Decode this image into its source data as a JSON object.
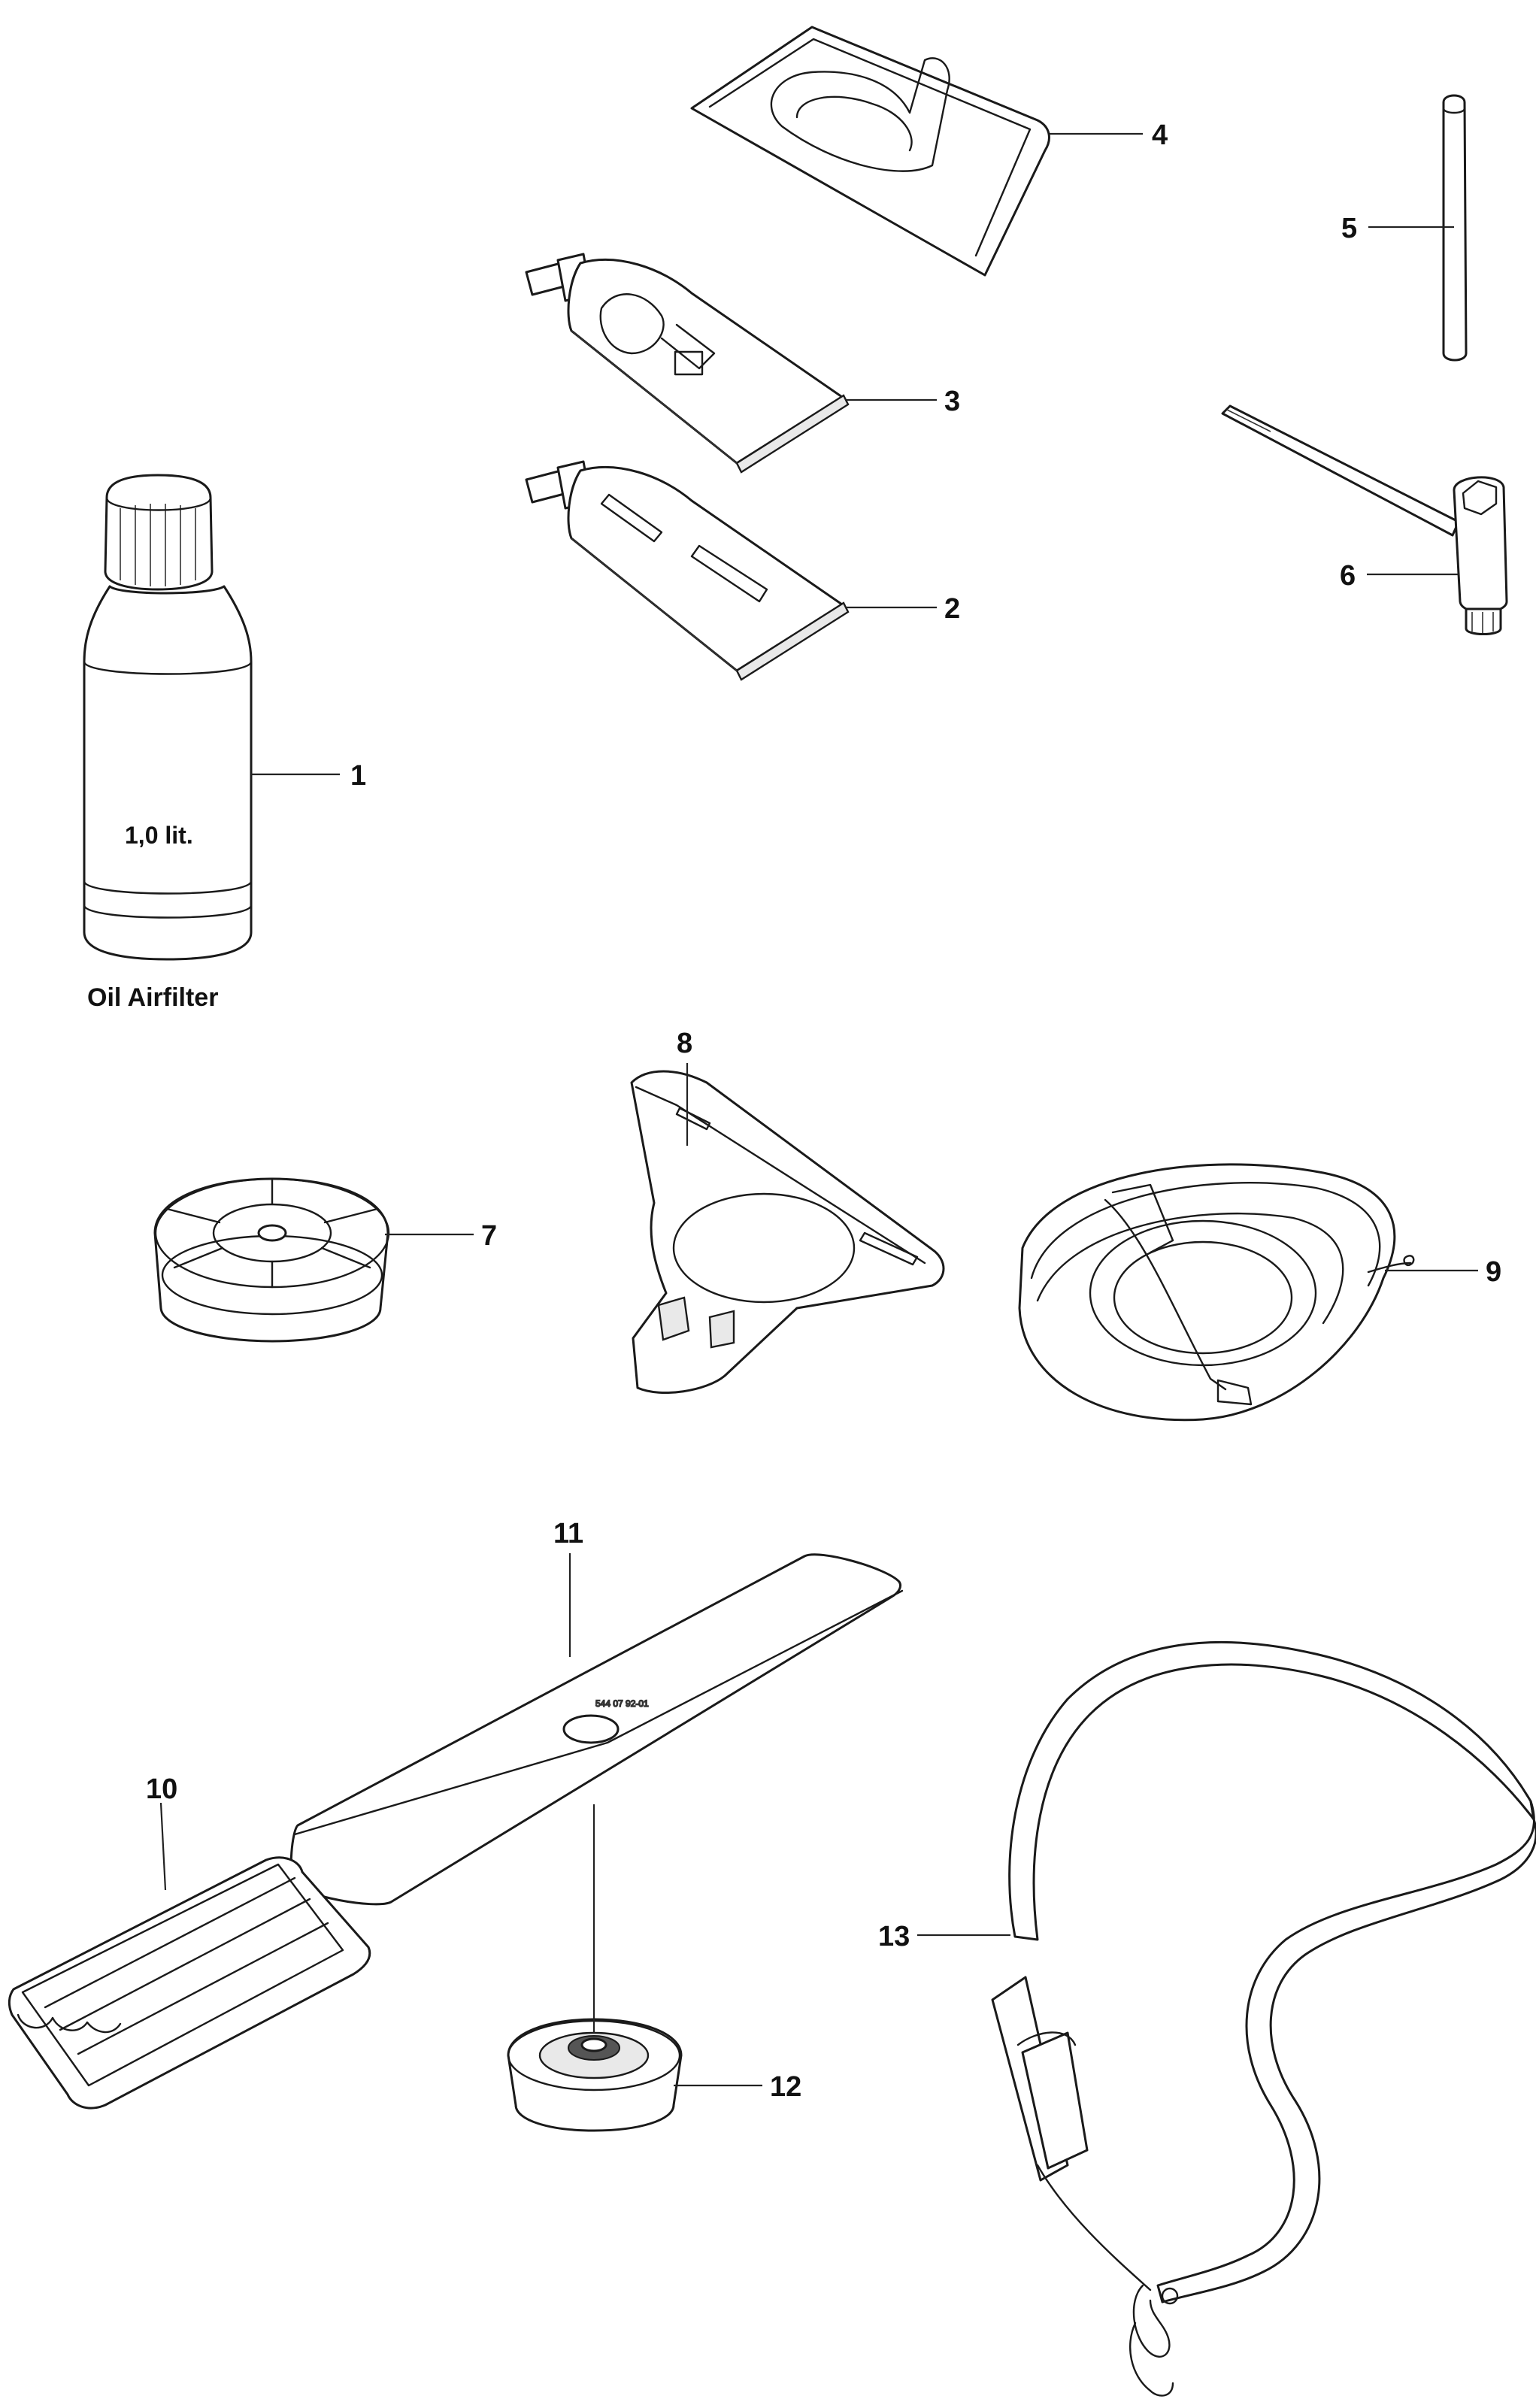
{
  "parts": [
    {
      "id": "part-1",
      "label": "1",
      "inner_label": "1,0 lit.",
      "caption": "Oil Airfilter"
    },
    {
      "id": "part-2",
      "label": "2"
    },
    {
      "id": "part-3",
      "label": "3"
    },
    {
      "id": "part-4",
      "label": "4"
    },
    {
      "id": "part-5",
      "label": "5"
    },
    {
      "id": "part-6",
      "label": "6"
    },
    {
      "id": "part-7",
      "label": "7"
    },
    {
      "id": "part-8",
      "label": "8"
    },
    {
      "id": "part-9",
      "label": "9"
    },
    {
      "id": "part-10",
      "label": "10"
    },
    {
      "id": "part-11",
      "label": "11"
    },
    {
      "id": "part-12",
      "label": "12"
    },
    {
      "id": "part-13",
      "label": "13"
    }
  ]
}
